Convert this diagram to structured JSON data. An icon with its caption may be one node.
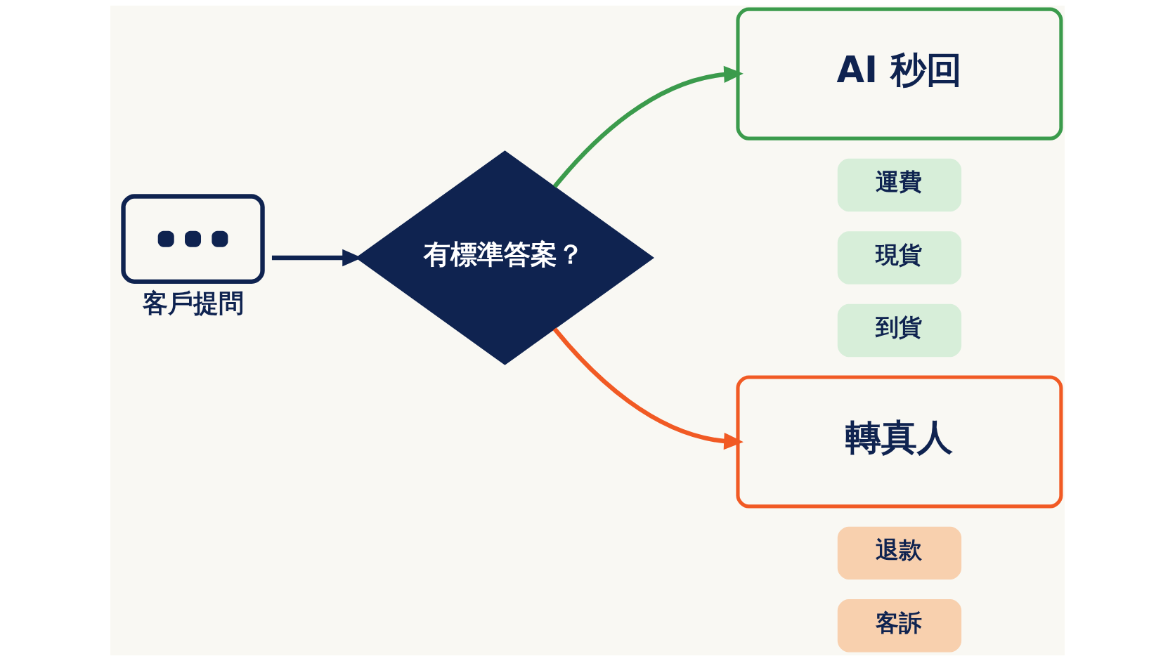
{
  "diagram": {
    "nodes": [
      {
        "text": [],
        "shape": "picture",
        "beside": [
          "客戶提問"
        ]
      },
      {
        "text": [
          "有標準答案？"
        ]
      },
      {
        "text": [
          "AI 秒回"
        ]
      },
      {
        "text": [
          "運費"
        ]
      },
      {
        "text": [
          "現貨"
        ]
      },
      {
        "text": [
          "到貨"
        ]
      },
      {
        "text": [
          "轉真人"
        ]
      },
      {
        "text": [
          "退款"
        ]
      },
      {
        "text": [
          "客訴"
        ]
      }
    ],
    "edges": [
      {
        "from": 0,
        "to": 1,
        "arrow": "to",
        "color": "#0f2350"
      },
      {
        "from": 1,
        "to": 2,
        "arrow": "to",
        "color": "#3b9b4c"
      },
      {
        "from": 1,
        "to": 6,
        "arrow": "to",
        "color": "#f15a24"
      }
    ]
  }
}
